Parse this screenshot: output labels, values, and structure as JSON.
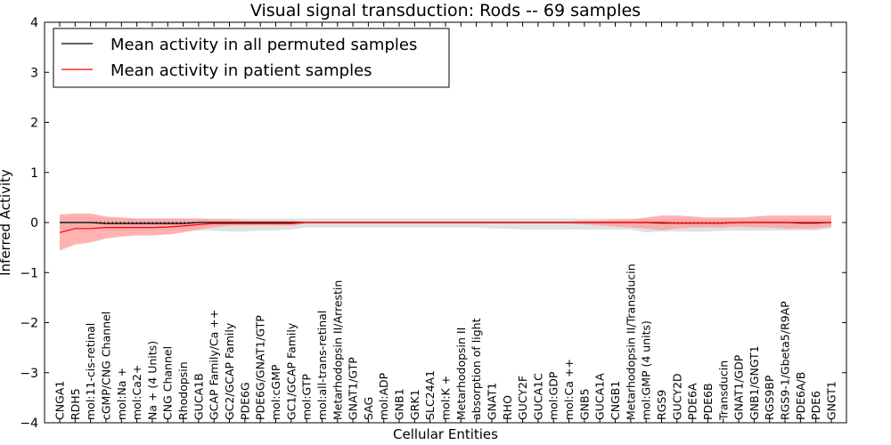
{
  "chart_data": {
    "type": "line",
    "title": "Visual signal transduction: Rods -- 69 samples",
    "xlabel": "Cellular Entities",
    "ylabel": "Inferred Activity",
    "ylim": [
      -4,
      4
    ],
    "yticks": [
      -4,
      -3,
      -2,
      -1,
      0,
      1,
      2,
      3,
      4
    ],
    "ytick_labels": [
      "−4",
      "−3",
      "−2",
      "−1",
      "0",
      "1",
      "2",
      "3",
      "4"
    ],
    "grid": false,
    "legend_position": "top-left",
    "categories": [
      "CNGA1",
      "RDH5",
      "mol:11-cis-retinal",
      "cGMP/CNG Channel",
      "mol:Na +",
      "mol:Ca2+",
      "Na + (4 Units)",
      "CNG Channel",
      "Rhodopsin",
      "GUCA1B",
      "GCAP Family/Ca ++",
      "GC2/GCAP Family",
      "PDE6G",
      "PDE6G/GNAT1/GTP",
      "mol:cGMP",
      "GC1/GCAP Family",
      "mol:GTP",
      "mol:all-trans-retinal",
      "Metarhodopsin II/Arrestin",
      "GNAT1/GTP",
      "SAG",
      "mol:ADP",
      "GNB1",
      "GRK1",
      "SLC24A1",
      "mol:K +",
      "Metarhodopsin II",
      "absorption of light",
      "GNAT1",
      "RHO",
      "GUCY2F",
      "GUCA1C",
      "mol:GDP",
      "mol:Ca ++",
      "GNB5",
      "GUCA1A",
      "CNGB1",
      "Metarhodopsin II/Transducin",
      "mol:GMP (4 units)",
      "RGS9",
      "GUCY2D",
      "PDE6A",
      "PDE6B",
      "Transducin",
      "GNAT1/GDP",
      "GNB1/GNGT1",
      "RGS9BP",
      "RGS9-1/Gbeta5/R9AP",
      "PDE6A/B",
      "PDE6",
      "GNGT1"
    ],
    "series": [
      {
        "name": "Mean activity in all permuted samples",
        "color": "#000000",
        "band_color": "#c8c8c8",
        "values": [
          0,
          0,
          0,
          -0.02,
          -0.02,
          -0.02,
          -0.02,
          -0.02,
          -0.02,
          0,
          0,
          0,
          0,
          0,
          0,
          0,
          0,
          0,
          0,
          0,
          0,
          0,
          0,
          0,
          0,
          0,
          0,
          0,
          0,
          0,
          0,
          0,
          0,
          0,
          0,
          0,
          0,
          0,
          0,
          -0.01,
          -0.01,
          -0.01,
          -0.01,
          -0.01,
          0,
          0,
          0,
          0,
          -0.01,
          -0.01,
          0
        ],
        "band_upper": [
          0.12,
          0.12,
          0.12,
          0.08,
          0.08,
          0.08,
          0.08,
          0.08,
          0.08,
          0.08,
          0.08,
          0.08,
          0.08,
          0.08,
          0.08,
          0.08,
          0.08,
          0.08,
          0.08,
          0.08,
          0.08,
          0.08,
          0.08,
          0.08,
          0.08,
          0.08,
          0.08,
          0.08,
          0.08,
          0.08,
          0.08,
          0.08,
          0.08,
          0.08,
          0.08,
          0.08,
          0.08,
          0.08,
          0.08,
          0.08,
          0.08,
          0.08,
          0.08,
          0.08,
          0.08,
          0.08,
          0.08,
          0.08,
          0.08,
          0.08,
          0.08
        ],
        "band_lower": [
          -0.14,
          -0.14,
          -0.14,
          -0.16,
          -0.16,
          -0.16,
          -0.16,
          -0.16,
          -0.16,
          -0.16,
          -0.16,
          -0.18,
          -0.18,
          -0.16,
          -0.16,
          -0.14,
          -0.1,
          -0.1,
          -0.1,
          -0.1,
          -0.1,
          -0.1,
          -0.1,
          -0.1,
          -0.1,
          -0.1,
          -0.1,
          -0.1,
          -0.12,
          -0.12,
          -0.14,
          -0.14,
          -0.14,
          -0.14,
          -0.14,
          -0.14,
          -0.14,
          -0.14,
          -0.2,
          -0.18,
          -0.18,
          -0.18,
          -0.18,
          -0.16,
          -0.16,
          -0.16,
          -0.16,
          -0.16,
          -0.16,
          -0.16,
          -0.12
        ]
      },
      {
        "name": "Mean activity in patient samples",
        "color": "#ff0000",
        "band_color": "#ff9999",
        "values": [
          -0.2,
          -0.12,
          -0.12,
          -0.1,
          -0.1,
          -0.1,
          -0.1,
          -0.09,
          -0.07,
          -0.04,
          -0.02,
          -0.02,
          -0.02,
          -0.02,
          -0.02,
          -0.02,
          0,
          0,
          0,
          0,
          0,
          0,
          0,
          0,
          0,
          0,
          0,
          0,
          0,
          0,
          0,
          0,
          0,
          0,
          0,
          0,
          0,
          0,
          0,
          0,
          -0.01,
          -0.01,
          -0.01,
          -0.01,
          0,
          0,
          0,
          0,
          0,
          0,
          0
        ],
        "band_upper": [
          0.16,
          0.18,
          0.18,
          0.12,
          0.1,
          0.08,
          0.08,
          0.08,
          0.08,
          0.08,
          0.06,
          0.06,
          0.04,
          0.04,
          0.04,
          0.04,
          0.02,
          0.02,
          0.02,
          0.02,
          0.02,
          0.02,
          0.02,
          0.02,
          0.02,
          0.02,
          0.02,
          0.02,
          0.02,
          0.02,
          0.02,
          0.02,
          0.02,
          0.02,
          0.04,
          0.04,
          0.06,
          0.06,
          0.1,
          0.14,
          0.14,
          0.12,
          0.1,
          0.1,
          0.1,
          0.12,
          0.14,
          0.14,
          0.14,
          0.14,
          0.14
        ],
        "band_lower": [
          -0.56,
          -0.44,
          -0.4,
          -0.32,
          -0.28,
          -0.26,
          -0.26,
          -0.24,
          -0.2,
          -0.14,
          -0.1,
          -0.06,
          -0.06,
          -0.06,
          -0.06,
          -0.06,
          -0.02,
          -0.02,
          -0.02,
          -0.02,
          -0.02,
          -0.02,
          -0.02,
          -0.02,
          -0.02,
          -0.02,
          -0.02,
          -0.02,
          -0.02,
          -0.02,
          -0.02,
          -0.02,
          -0.02,
          -0.02,
          -0.04,
          -0.06,
          -0.08,
          -0.1,
          -0.12,
          -0.16,
          -0.12,
          -0.1,
          -0.1,
          -0.1,
          -0.08,
          -0.1,
          -0.1,
          -0.12,
          -0.12,
          -0.12,
          -0.08
        ]
      }
    ],
    "baseline": {
      "value": 0,
      "style": "dotted",
      "color": "#000000"
    }
  }
}
